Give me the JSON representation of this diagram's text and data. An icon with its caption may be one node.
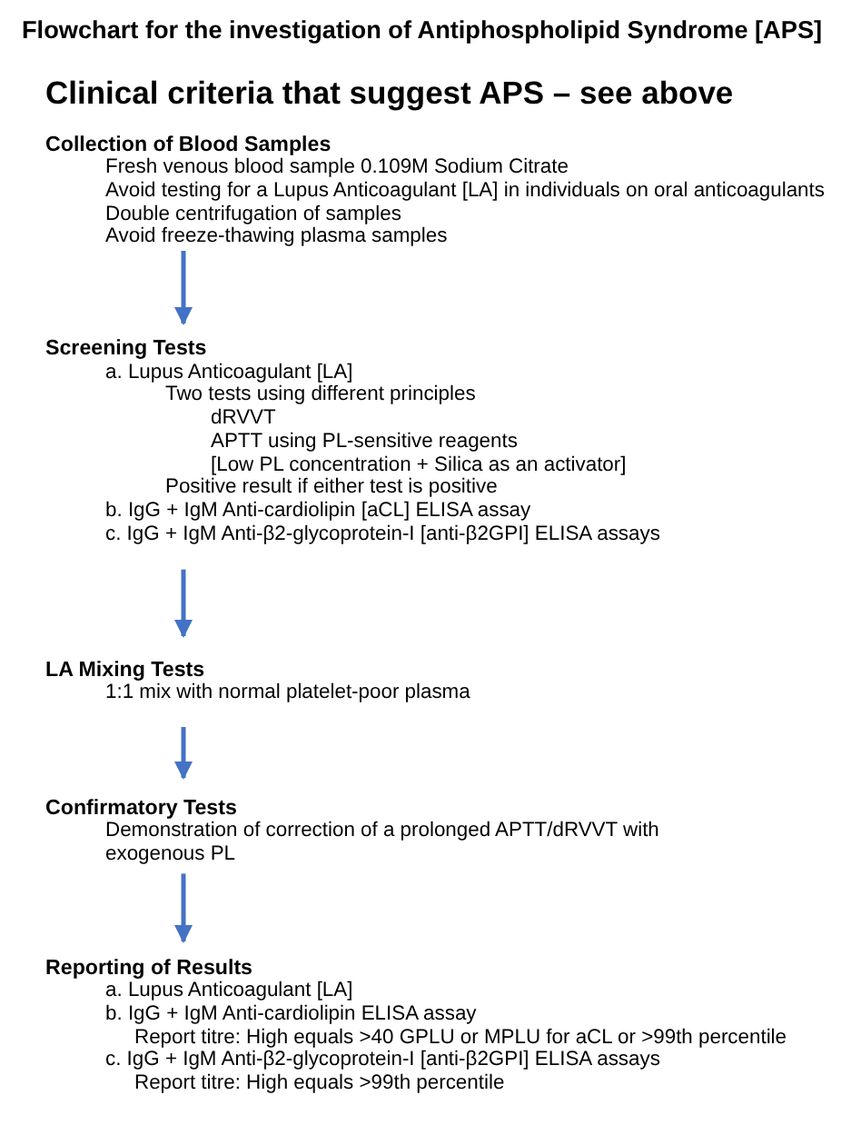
{
  "diagram": {
    "title": "Flowchart for the investigation of Antiphospholipid Syndrome [APS]",
    "nodes": [
      {
        "text": [
          "Collection of Blood Samples",
          "Fresh venous blood sample 0.109M Sodium Citrate",
          "Avoid testing for a Lupus Anticoagulant [LA] in individuals on oral anticoagulants",
          "Double centrifugation of samples",
          "Avoid freeze-thawing plasma samples"
        ]
      },
      {
        "text": [
          "Screening Tests",
          "a. Lupus Anticoagulant [LA]",
          "Two tests using different principles",
          "dRVVT",
          "APTT using PL-sensitive reagents",
          "[Low PL concentration + Silica as an activator]",
          "Positive result if either test is positive",
          "b. IgG + IgM Anti-cardiolipin [aCL] ELISA assay",
          "c. IgG + IgM Anti-β2-glycoprotein-I [anti-β2GPI] ELISA assays"
        ]
      },
      {
        "text": [
          "LA Mixing Tests",
          "1:1 mix with normal platelet-poor plasma"
        ]
      },
      {
        "text": [
          "Confirmatory Tests",
          "Demonstration of correction of a prolonged APTT/dRVVT with exogenous PL"
        ]
      },
      {
        "text": [
          "Reporting of Results",
          "a. Lupus Anticoagulant [LA]",
          "b. IgG + IgM Anti-cardiolipin ELISA assay",
          "Report titre: High equals >40 GPLU or MPLU for aCL or >99th percentile",
          "c. IgG + IgM Anti-β2-glycoprotein-I [anti-β2GPI] ELISA assays",
          "Report titre: High equals >99th percentile"
        ]
      }
    ],
    "edges": [
      {
        "from": 0,
        "to": 1,
        "arrow": "to"
      },
      {
        "from": 1,
        "to": 2,
        "arrow": "to"
      },
      {
        "from": 2,
        "to": 3,
        "arrow": "to"
      },
      {
        "from": 3,
        "to": 4,
        "arrow": "to"
      }
    ],
    "labels": [
      "Clinical criteria that suggest APS – see above"
    ]
  }
}
